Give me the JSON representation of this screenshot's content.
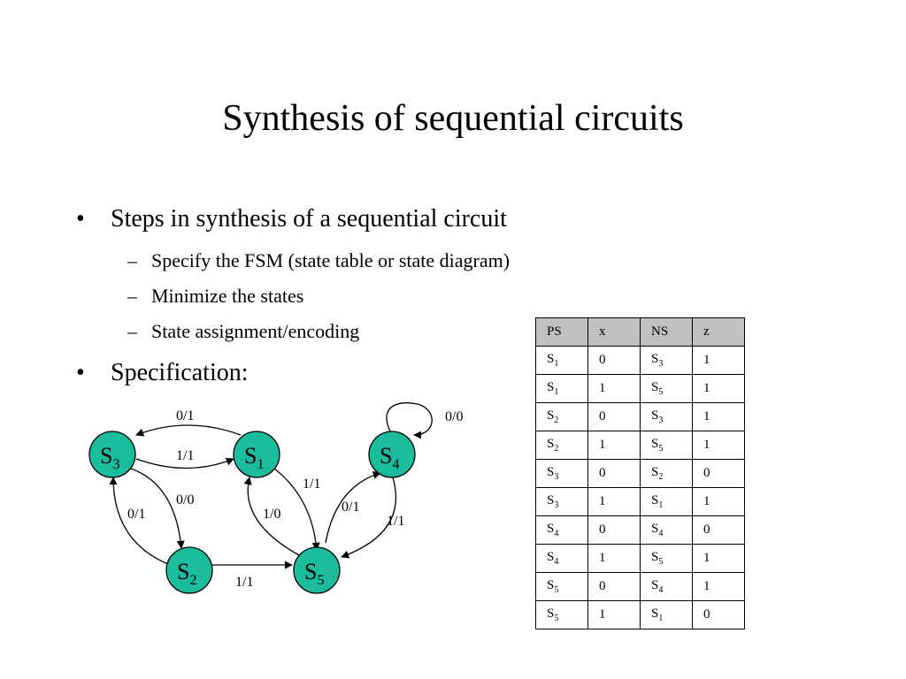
{
  "slide": {
    "title": "Synthesis of sequential circuits",
    "bullets": [
      {
        "marker": "•",
        "text": "Steps in synthesis of a sequential circuit",
        "subitems": [
          {
            "marker": "–",
            "text": "Specify the FSM (state table or state diagram)"
          },
          {
            "marker": "–",
            "text": "Minimize the states"
          },
          {
            "marker": "–",
            "text": "State assignment/encoding"
          }
        ]
      },
      {
        "marker": "•",
        "text": "Specification:",
        "subitems": []
      }
    ]
  },
  "diagram": {
    "node_fill": "#1abc9c",
    "states": [
      {
        "id": "S3",
        "base": "S",
        "sub": "3"
      },
      {
        "id": "S1",
        "base": "S",
        "sub": "1"
      },
      {
        "id": "S4",
        "base": "S",
        "sub": "4"
      },
      {
        "id": "S2",
        "base": "S",
        "sub": "2"
      },
      {
        "id": "S5",
        "base": "S",
        "sub": "5"
      }
    ],
    "transitions": [
      {
        "from": "S1",
        "to": "S3",
        "label": "0/1"
      },
      {
        "from": "S3",
        "to": "S1",
        "label": "1/1"
      },
      {
        "from": "S4",
        "to": "S4",
        "label": "0/0"
      },
      {
        "from": "S3",
        "to": "S2",
        "label": "0/0"
      },
      {
        "from": "S2",
        "to": "S3",
        "label": "0/1"
      },
      {
        "from": "S1",
        "to": "S5",
        "label": "1/1"
      },
      {
        "from": "S5",
        "to": "S1",
        "label": "1/0"
      },
      {
        "from": "S5",
        "to": "S4",
        "label": "0/1"
      },
      {
        "from": "S4",
        "to": "S5",
        "label": "1/1"
      },
      {
        "from": "S2",
        "to": "S5",
        "label": "1/1"
      }
    ]
  },
  "state_table": {
    "header_fill": "#c0c0c0",
    "headers": [
      "PS",
      "x",
      "NS",
      "z"
    ],
    "rows": [
      {
        "ps": {
          "base": "S",
          "sub": "1"
        },
        "x": "0",
        "ns": {
          "base": "S",
          "sub": "3"
        },
        "z": "1"
      },
      {
        "ps": {
          "base": "S",
          "sub": "1"
        },
        "x": "1",
        "ns": {
          "base": "S",
          "sub": "5"
        },
        "z": "1"
      },
      {
        "ps": {
          "base": "S",
          "sub": "2"
        },
        "x": "0",
        "ns": {
          "base": "S",
          "sub": "3"
        },
        "z": "1"
      },
      {
        "ps": {
          "base": "S",
          "sub": "2"
        },
        "x": "1",
        "ns": {
          "base": "S",
          "sub": "5"
        },
        "z": "1"
      },
      {
        "ps": {
          "base": "S",
          "sub": "3"
        },
        "x": "0",
        "ns": {
          "base": "S",
          "sub": "2"
        },
        "z": "0"
      },
      {
        "ps": {
          "base": "S",
          "sub": "3"
        },
        "x": "1",
        "ns": {
          "base": "S",
          "sub": "1"
        },
        "z": "1"
      },
      {
        "ps": {
          "base": "S",
          "sub": "4"
        },
        "x": "0",
        "ns": {
          "base": "S",
          "sub": "4"
        },
        "z": "0"
      },
      {
        "ps": {
          "base": "S",
          "sub": "4"
        },
        "x": "1",
        "ns": {
          "base": "S",
          "sub": "5"
        },
        "z": "1"
      },
      {
        "ps": {
          "base": "S",
          "sub": "5"
        },
        "x": "0",
        "ns": {
          "base": "S",
          "sub": "4"
        },
        "z": "1"
      },
      {
        "ps": {
          "base": "S",
          "sub": "5"
        },
        "x": "1",
        "ns": {
          "base": "S",
          "sub": "1"
        },
        "z": "0"
      }
    ]
  }
}
